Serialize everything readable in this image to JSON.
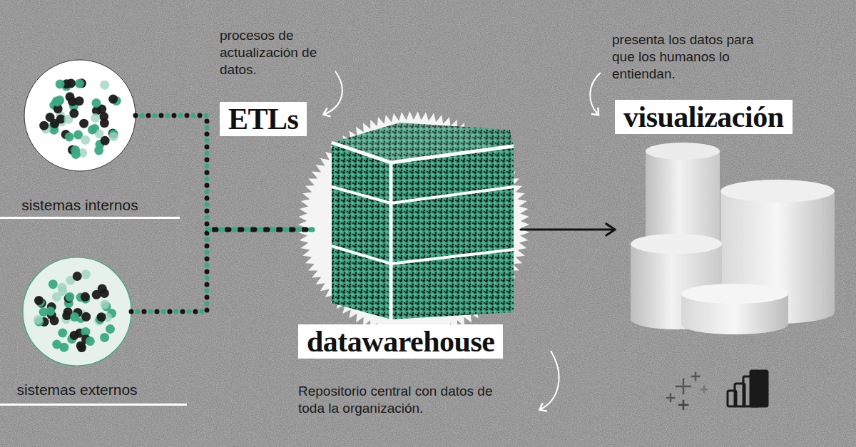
{
  "diagram": {
    "nodes": [
      {
        "text": [
          "sistemas internos"
        ]
      },
      {
        "text": [
          "sistemas externos"
        ]
      },
      {
        "text": [
          "ETLs"
        ]
      },
      {
        "text": [
          "datawarehouse"
        ]
      },
      {
        "text": [
          "visualización"
        ]
      }
    ],
    "edges": [
      {
        "from": 0,
        "to": 3,
        "arrow": "none"
      },
      {
        "from": 1,
        "to": 3,
        "arrow": "none"
      },
      {
        "from": 3,
        "to": 4,
        "arrow": "to"
      }
    ],
    "labels": [
      "procesos de actualización de datos.",
      "presenta los datos para que los humanos lo entiendan.",
      "Repositorio central con datos de toda la organización."
    ]
  }
}
